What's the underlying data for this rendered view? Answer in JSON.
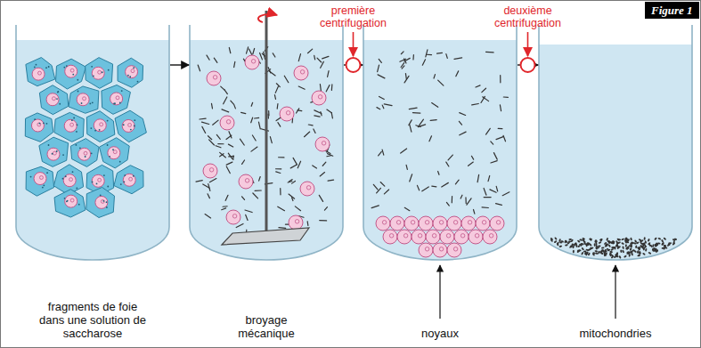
{
  "diagram": {
    "nodes": [
      {
        "text": [
          "fragments de foie dans une solution de saccharose"
        ]
      },
      {
        "text": [
          "broyage mécanique"
        ]
      },
      {
        "text": [
          "noyaux"
        ]
      },
      {
        "text": [
          "mitochondries"
        ]
      },
      {
        "text": [
          "Figure 1"
        ]
      }
    ],
    "edges": [
      {
        "from": 0,
        "to": 1,
        "arrow": "to"
      },
      {
        "from": 1,
        "to": 2,
        "arrow": "to",
        "label": "première centrifugation"
      },
      {
        "from": 2,
        "to": 3,
        "arrow": "to",
        "label": "deuxième centrifugation"
      }
    ]
  }
}
